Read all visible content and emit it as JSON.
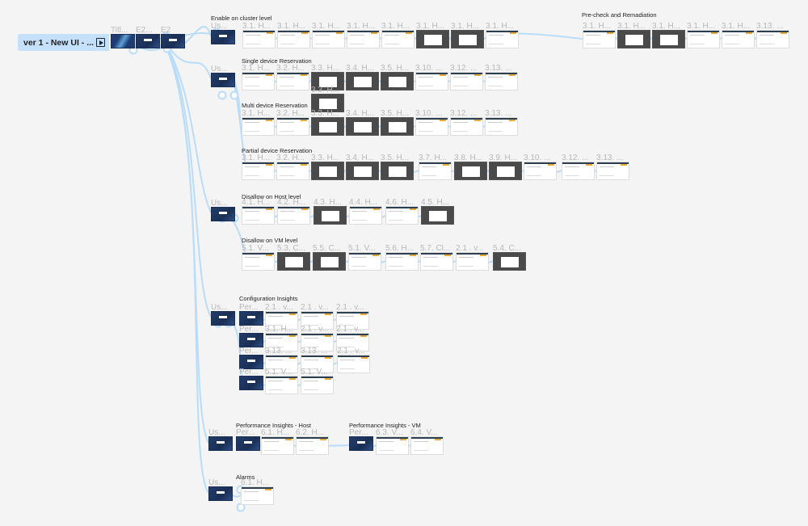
{
  "flow_start": {
    "label": "ver 1 - New UI - ...",
    "icon": "play-prototype-icon"
  },
  "start_frames": [
    {
      "label": "Titl...",
      "style": "title"
    },
    {
      "label": "E2...",
      "style": "blue"
    },
    {
      "label": "E2",
      "style": "blue"
    }
  ],
  "sections": [
    {
      "title": "Enable on cluster level",
      "frames": [
        {
          "label": "Us...",
          "style": "blue"
        },
        {
          "label": "3.1. H...",
          "style": "light"
        },
        {
          "label": "3.1. H...",
          "style": "light"
        },
        {
          "label": "3.1. H...",
          "style": "light"
        },
        {
          "label": "3.1. H...",
          "style": "light"
        },
        {
          "label": "3.1. H...",
          "style": "light"
        },
        {
          "label": "3.1. H...",
          "style": "dark"
        },
        {
          "label": "3.1. H...",
          "style": "dark"
        },
        {
          "label": "3.1. H...",
          "style": "light"
        }
      ]
    },
    {
      "title": "Pre-check and Remadiation",
      "frames": [
        {
          "label": "3.1. H...",
          "style": "light"
        },
        {
          "label": "3.1. H...",
          "style": "dark"
        },
        {
          "label": "3.1. H...",
          "style": "dark"
        },
        {
          "label": "3.1. H...",
          "style": "light"
        },
        {
          "label": "3.1. H...",
          "style": "light"
        },
        {
          "label": "3.13. ...",
          "style": "light"
        }
      ]
    },
    {
      "title": "Single device Reservation",
      "frames": [
        {
          "label": "Us...",
          "style": "blue"
        },
        {
          "label": "3.1. H...",
          "style": "light"
        },
        {
          "label": "3.2. H...",
          "style": "light"
        },
        {
          "label": "3.3. H...",
          "style": "dark"
        },
        {
          "label": "3.4. H...",
          "style": "dark"
        },
        {
          "label": "3.5. H...",
          "style": "dark"
        },
        {
          "label": "3.10. ...",
          "style": "light"
        },
        {
          "label": "3.12. ...",
          "style": "light"
        },
        {
          "label": "3.13. ...",
          "style": "light"
        },
        {
          "label": "3.3. H...",
          "style": "dark"
        }
      ]
    },
    {
      "title": "Multi device Reservation",
      "frames": [
        {
          "label": "3.1. H...",
          "style": "light"
        },
        {
          "label": "3.2. H...",
          "style": "light"
        },
        {
          "label": "3.3. H...",
          "style": "dark"
        },
        {
          "label": "3.4. H...",
          "style": "dark"
        },
        {
          "label": "3.5. H...",
          "style": "dark"
        },
        {
          "label": "3.10. ...",
          "style": "light"
        },
        {
          "label": "3.12. ...",
          "style": "light"
        },
        {
          "label": "3.13. ...",
          "style": "light"
        }
      ]
    },
    {
      "title": "Partial device Reservation",
      "frames": [
        {
          "label": "3.1. H...",
          "style": "light"
        },
        {
          "label": "3.2. H...",
          "style": "light"
        },
        {
          "label": "3.3. H...",
          "style": "dark"
        },
        {
          "label": "3.4. H...",
          "style": "dark"
        },
        {
          "label": "3.5. H...",
          "style": "dark"
        },
        {
          "label": "3.7. H...",
          "style": "light"
        },
        {
          "label": "3.8. H...",
          "style": "dark"
        },
        {
          "label": "3.9. H...",
          "style": "dark"
        },
        {
          "label": "3.10. ...",
          "style": "light"
        },
        {
          "label": "3.12. ...",
          "style": "light"
        },
        {
          "label": "3.13. ...",
          "style": "light"
        }
      ]
    },
    {
      "title": "Disallow on Host level",
      "frames": [
        {
          "label": "Us...",
          "style": "blue"
        },
        {
          "label": "4.1. H...",
          "style": "light"
        },
        {
          "label": "4.2. H...",
          "style": "light"
        },
        {
          "label": "4.3. H...",
          "style": "dark"
        },
        {
          "label": "4.4. H...",
          "style": "light"
        },
        {
          "label": "4.6. H...",
          "style": "light"
        },
        {
          "label": "4.5. H...",
          "style": "dark"
        }
      ]
    },
    {
      "title": "Disallow on VM level",
      "frames": [
        {
          "label": "5.1. V...",
          "style": "light"
        },
        {
          "label": "5.3. C...",
          "style": "dark"
        },
        {
          "label": "5.5. C...",
          "style": "dark"
        },
        {
          "label": "5.1. V...",
          "style": "light"
        },
        {
          "label": "5.6. H...",
          "style": "light"
        },
        {
          "label": "5.7. Cl...",
          "style": "light"
        },
        {
          "label": "2.1 . v...",
          "style": "light"
        },
        {
          "label": "5.4. C...",
          "style": "dark"
        }
      ]
    },
    {
      "title": "Configuration Insights",
      "frames": [
        {
          "label": "Us...",
          "style": "blue"
        },
        {
          "label": "Per...",
          "style": "blue"
        },
        {
          "label": "2.1 . v...",
          "style": "light"
        },
        {
          "label": "2.1 . v...",
          "style": "light"
        },
        {
          "label": "2.1 . v...",
          "style": "light"
        },
        {
          "label": "Per...",
          "style": "blue"
        },
        {
          "label": "3.1. H...",
          "style": "light"
        },
        {
          "label": "2.1 . v...",
          "style": "light"
        },
        {
          "label": "2.1 . v...",
          "style": "light"
        },
        {
          "label": "Per...",
          "style": "blue"
        },
        {
          "label": "3.13. ...",
          "style": "light"
        },
        {
          "label": "3.13. ...",
          "style": "light"
        },
        {
          "label": "2.1 . v...",
          "style": "light"
        },
        {
          "label": "Per...",
          "style": "blue"
        },
        {
          "label": "5.1. V...",
          "style": "light"
        },
        {
          "label": "5.1. V...",
          "style": "light"
        }
      ]
    },
    {
      "title": "Performance Insights - Host",
      "frames": [
        {
          "label": "Us...",
          "style": "blue"
        },
        {
          "label": "Per...",
          "style": "blue"
        },
        {
          "label": "6.1. H...",
          "style": "light"
        },
        {
          "label": "6.2. H...",
          "style": "light"
        }
      ]
    },
    {
      "title": "Performance Insights - VM",
      "frames": [
        {
          "label": "Per...",
          "style": "blue"
        },
        {
          "label": "6.3. V...",
          "style": "light"
        },
        {
          "label": "6.4. V...",
          "style": "light"
        }
      ]
    },
    {
      "title": "Alarms",
      "frames": [
        {
          "label": "Us...",
          "style": "blue"
        },
        {
          "label": "6.1. H...",
          "style": "light"
        }
      ]
    }
  ],
  "colors": {
    "connector": "#b9dcf9",
    "canvas": "#f4f4f4",
    "flow_pill": "#c4e0fb"
  }
}
